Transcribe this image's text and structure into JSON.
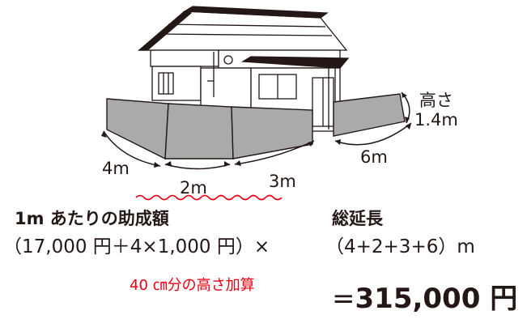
{
  "dimensions": {
    "height_label_line1": "高さ",
    "height_label_line2": "1.4m",
    "seg1": "4m",
    "seg2": "2m",
    "seg3": "3m",
    "seg4": "6m"
  },
  "subsidy": {
    "label": "1m あたりの助成額",
    "formula": "（17,000 円＋4×1,000 円）×",
    "note": "40 ㎝分の高さ加算"
  },
  "total_length": {
    "label": "総延長",
    "formula": "（4+2+3+6）m"
  },
  "result": {
    "equals": "=",
    "value": "315,000 円"
  },
  "colors": {
    "wall_fill": "#aaaaaa",
    "text": "#231815",
    "accent_red": "#e60012"
  }
}
